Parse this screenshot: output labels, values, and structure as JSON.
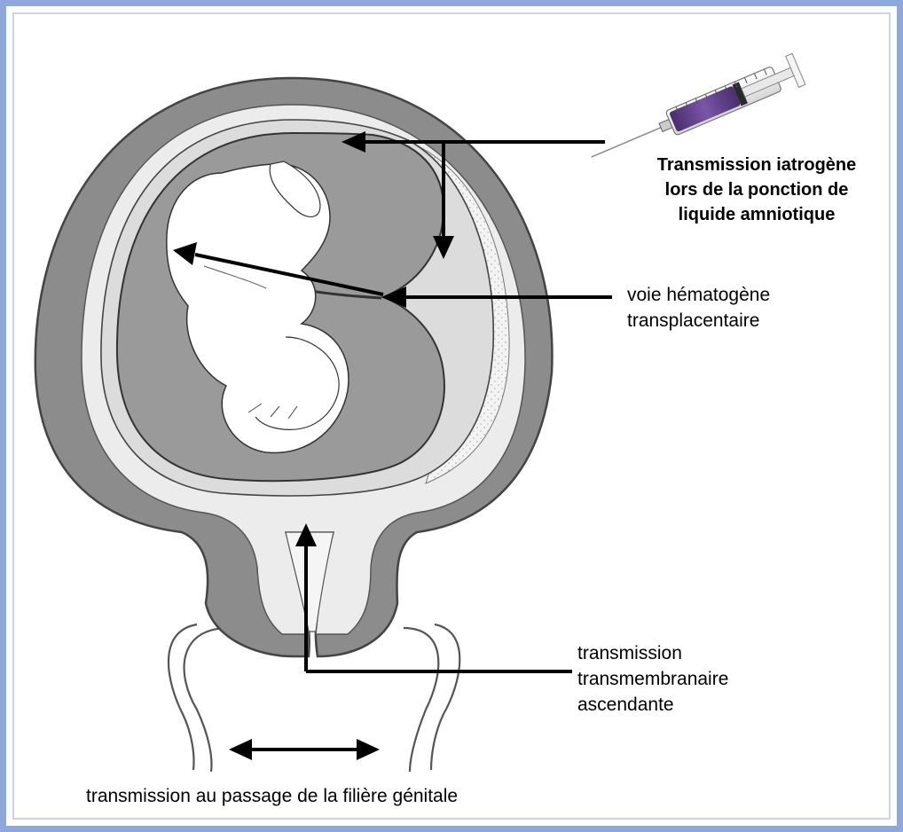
{
  "labels": {
    "iatrogene": [
      "Transmission iatrogène",
      "lors de la ponction de",
      "liquide amniotique"
    ],
    "hematogene": [
      "voie hématogène",
      "transplacentaire"
    ],
    "transmembranaire": [
      "transmission",
      "transmembranaire",
      "ascendante"
    ],
    "filiere": "transmission au passage de la filière génitale"
  },
  "colors": {
    "frame": "#8fa8dc",
    "uterus_wall": "#8c8c8c",
    "amniotic": "#9a9a9a",
    "membrane": "#e6e6e6",
    "placenta": "#f2f2f2",
    "syringe_fluid": "#6e4a96",
    "arrow": "#000000"
  },
  "icons": [
    "syringe-icon",
    "fetus-figure"
  ]
}
